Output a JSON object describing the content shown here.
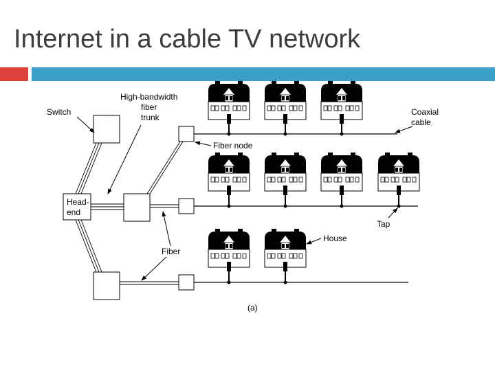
{
  "slide": {
    "title": "Internet in a cable TV network"
  },
  "colors": {
    "accent_red": "#e0403a",
    "accent_blue": "#3aa0c8",
    "ink": "#000000"
  },
  "diagram": {
    "labels": {
      "switch": "Switch",
      "trunk": [
        "High-bandwidth",
        "fiber",
        "trunk"
      ],
      "coax": [
        "Coaxial",
        "cable"
      ],
      "fiber_node": "Fiber node",
      "headend": [
        "Head-",
        "end"
      ],
      "tap": "Tap",
      "house": "House",
      "fiber": "Fiber",
      "caption": "(a)"
    },
    "rows": [
      {
        "houses": 3
      },
      {
        "houses": 4
      },
      {
        "houses": 2
      }
    ]
  }
}
